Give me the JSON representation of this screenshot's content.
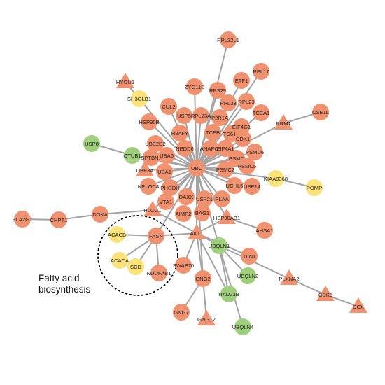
{
  "colors": {
    "orange": "#f0916f",
    "yellow": "#fce27a",
    "green": "#9fcf7d",
    "edge": "#a3a3a3"
  },
  "annotation": {
    "line1": "Fatty acid",
    "line2": "biosynthesis"
  },
  "nodes": [
    {
      "label": "UBC",
      "shape": "circle",
      "color": "orange"
    },
    {
      "label": "RPL22L1",
      "shape": "circle",
      "color": "orange"
    },
    {
      "label": "RPL17",
      "shape": "circle",
      "color": "orange"
    },
    {
      "label": "ETF1",
      "shape": "circle",
      "color": "orange"
    },
    {
      "label": "RPS29",
      "shape": "circle",
      "color": "orange"
    },
    {
      "label": "RPL23",
      "shape": "circle",
      "color": "orange"
    },
    {
      "label": "ZYG11B",
      "shape": "circle",
      "color": "orange"
    },
    {
      "label": "RPL38",
      "shape": "circle",
      "color": "orange"
    },
    {
      "label": "HYOU1",
      "shape": "triangle",
      "color": "orange"
    },
    {
      "label": "SH3GLB1",
      "shape": "circle",
      "color": "yellow"
    },
    {
      "label": "CUL2",
      "shape": "circle",
      "color": "orange"
    },
    {
      "label": "USP5",
      "shape": "circle",
      "color": "orange"
    },
    {
      "label": "RPL23A",
      "shape": "circle",
      "color": "orange"
    },
    {
      "label": "P2R1A",
      "shape": "circle",
      "color": "orange"
    },
    {
      "label": "TCEA1",
      "shape": "circle",
      "color": "orange"
    },
    {
      "label": "RRM1",
      "shape": "triangle",
      "color": "orange"
    },
    {
      "label": "CSE1L",
      "shape": "circle",
      "color": "orange"
    },
    {
      "label": "HSP90B",
      "shape": "circle",
      "color": "orange"
    },
    {
      "label": "H2AFY",
      "shape": "circle",
      "color": "orange"
    },
    {
      "label": "TCEB",
      "shape": "circle",
      "color": "orange"
    },
    {
      "label": "TC61G",
      "shape": "circle",
      "color": "orange"
    },
    {
      "label": "EIF4G1",
      "shape": "circle",
      "color": "orange"
    },
    {
      "label": "CDK1",
      "shape": "circle",
      "color": "orange"
    },
    {
      "label": "USP8",
      "shape": "circle",
      "color": "green"
    },
    {
      "label": "UBE2D2",
      "shape": "circle",
      "color": "orange"
    },
    {
      "label": "NEDD8",
      "shape": "circle",
      "color": "orange"
    },
    {
      "label": "ANAPC4",
      "shape": "circle",
      "color": "orange"
    },
    {
      "label": "EIF4A1",
      "shape": "circle",
      "color": "orange"
    },
    {
      "label": "PSMD6",
      "shape": "circle",
      "color": "orange"
    },
    {
      "label": "OTUB1",
      "shape": "circle",
      "color": "green"
    },
    {
      "label": "SPTBN1",
      "shape": "circle",
      "color": "orange"
    },
    {
      "label": "UBA6",
      "shape": "circle",
      "color": "orange"
    },
    {
      "label": "PSMD",
      "shape": "circle",
      "color": "orange"
    },
    {
      "label": "PSMC5",
      "shape": "circle",
      "color": "orange"
    },
    {
      "label": "UBE3A",
      "shape": "triangle",
      "color": "orange"
    },
    {
      "label": "UBA1",
      "shape": "circle",
      "color": "orange"
    },
    {
      "label": "PSMC2",
      "shape": "circle",
      "color": "orange"
    },
    {
      "label": "KIAA0368",
      "shape": "circle",
      "color": "yellow"
    },
    {
      "label": "NPLOC4",
      "shape": "circle",
      "color": "orange"
    },
    {
      "label": "PHGDH",
      "shape": "circle",
      "color": "orange"
    },
    {
      "label": "UCHL5",
      "shape": "circle",
      "color": "orange"
    },
    {
      "label": "USP14",
      "shape": "circle",
      "color": "orange"
    },
    {
      "label": "POMP",
      "shape": "circle",
      "color": "yellow"
    },
    {
      "label": "DAXX",
      "shape": "circle",
      "color": "orange"
    },
    {
      "label": "USP21",
      "shape": "circle",
      "color": "orange"
    },
    {
      "label": "PLAA",
      "shape": "circle",
      "color": "orange"
    },
    {
      "label": "VTA1",
      "shape": "circle",
      "color": "orange"
    },
    {
      "label": "DGKA",
      "shape": "circle",
      "color": "orange"
    },
    {
      "label": "PLCG1",
      "shape": "triangle",
      "color": "orange"
    },
    {
      "label": "AIMP2",
      "shape": "circle",
      "color": "orange"
    },
    {
      "label": "BAG1",
      "shape": "circle",
      "color": "orange"
    },
    {
      "label": "HSP90AB1",
      "shape": "triangle",
      "color": "orange"
    },
    {
      "label": "PLA2G7",
      "shape": "circle",
      "color": "orange"
    },
    {
      "label": "CHPT1",
      "shape": "circle",
      "color": "orange"
    },
    {
      "label": "ACACB",
      "shape": "circle",
      "color": "yellow"
    },
    {
      "label": "FASN",
      "shape": "circle",
      "color": "orange"
    },
    {
      "label": "AKT1",
      "shape": "triangle",
      "color": "orange"
    },
    {
      "label": "AHSA1",
      "shape": "circle",
      "color": "orange"
    },
    {
      "label": "UBQLN1",
      "shape": "circle",
      "color": "green"
    },
    {
      "label": "ACACA",
      "shape": "circle",
      "color": "yellow"
    },
    {
      "label": "SCD",
      "shape": "circle",
      "color": "yellow"
    },
    {
      "label": "NDUFAB1",
      "shape": "circle",
      "color": "orange"
    },
    {
      "label": "SWAP70",
      "shape": "circle",
      "color": "orange"
    },
    {
      "label": "TLN1",
      "shape": "circle",
      "color": "orange"
    },
    {
      "label": "UBQLN2",
      "shape": "circle",
      "color": "green"
    },
    {
      "label": "GNG2",
      "shape": "circle",
      "color": "orange"
    },
    {
      "label": "PLXNA2",
      "shape": "triangle",
      "color": "orange"
    },
    {
      "label": "RAD23B",
      "shape": "circle",
      "color": "green"
    },
    {
      "label": "CDK5",
      "shape": "triangle",
      "color": "orange"
    },
    {
      "label": "DCX",
      "shape": "triangle",
      "color": "orange"
    },
    {
      "label": "GNG7",
      "shape": "circle",
      "color": "orange"
    },
    {
      "label": "GNG12",
      "shape": "triangle",
      "color": "orange"
    },
    {
      "label": "UBQLN4",
      "shape": "circle",
      "color": "green"
    }
  ],
  "edges": [
    [
      "UBC",
      "RPL22L1"
    ],
    [
      "UBC",
      "RPL17"
    ],
    [
      "UBC",
      "ETF1"
    ],
    [
      "UBC",
      "RPS29"
    ],
    [
      "UBC",
      "RPL23"
    ],
    [
      "UBC",
      "ZYG11B"
    ],
    [
      "UBC",
      "RPL38"
    ],
    [
      "UBC",
      "SH3GLB1"
    ],
    [
      "UBC",
      "CUL2"
    ],
    [
      "UBC",
      "USP5"
    ],
    [
      "UBC",
      "RPL23A"
    ],
    [
      "UBC",
      "P2R1A"
    ],
    [
      "UBC",
      "TCEA1"
    ],
    [
      "UBC",
      "RRM1"
    ],
    [
      "UBC",
      "HSP90B"
    ],
    [
      "UBC",
      "H2AFY"
    ],
    [
      "UBC",
      "TCEB"
    ],
    [
      "UBC",
      "TC61G"
    ],
    [
      "UBC",
      "EIF4G1"
    ],
    [
      "UBC",
      "CDK1"
    ],
    [
      "UBC",
      "UBE2D2"
    ],
    [
      "UBC",
      "NEDD8"
    ],
    [
      "UBC",
      "ANAPC4"
    ],
    [
      "UBC",
      "EIF4A1"
    ],
    [
      "UBC",
      "PSMD6"
    ],
    [
      "UBC",
      "OTUB1"
    ],
    [
      "UBC",
      "SPTBN1"
    ],
    [
      "UBC",
      "UBA6"
    ],
    [
      "UBC",
      "PSMD"
    ],
    [
      "UBC",
      "PSMC5"
    ],
    [
      "UBC",
      "UBE3A"
    ],
    [
      "UBC",
      "UBA1"
    ],
    [
      "UBC",
      "PSMC2"
    ],
    [
      "UBC",
      "KIAA0368"
    ],
    [
      "UBC",
      "NPLOC4"
    ],
    [
      "UBC",
      "PHGDH"
    ],
    [
      "UBC",
      "UCHL5"
    ],
    [
      "UBC",
      "USP14"
    ],
    [
      "UBC",
      "DAXX"
    ],
    [
      "UBC",
      "USP21"
    ],
    [
      "UBC",
      "PLAA"
    ],
    [
      "UBC",
      "VTA1"
    ],
    [
      "UBC",
      "PLCG1"
    ],
    [
      "UBC",
      "AIMP2"
    ],
    [
      "UBC",
      "BAG1"
    ],
    [
      "UBC",
      "HSP90AB1"
    ],
    [
      "UBC",
      "FASN"
    ],
    [
      "UBC",
      "AKT1"
    ],
    [
      "UBC",
      "UBQLN1"
    ],
    [
      "UBC",
      "GNG2"
    ],
    [
      "HYOU1",
      "SH3GLB1"
    ],
    [
      "RRM1",
      "CSE1L"
    ],
    [
      "USP8",
      "OTUB1"
    ],
    [
      "KIAA0368",
      "POMP"
    ],
    [
      "PLA2G7",
      "CHPT1"
    ],
    [
      "CHPT1",
      "DGKA"
    ],
    [
      "DGKA",
      "PLCG1"
    ],
    [
      "PLCG1",
      "AKT1"
    ],
    [
      "HSP90AB1",
      "AHSA1"
    ],
    [
      "HSP90AB1",
      "AKT1"
    ],
    [
      "FASN",
      "ACACB"
    ],
    [
      "FASN",
      "ACACA"
    ],
    [
      "FASN",
      "SCD"
    ],
    [
      "FASN",
      "NDUFAB1"
    ],
    [
      "FASN",
      "AKT1"
    ],
    [
      "AKT1",
      "SWAP70"
    ],
    [
      "AKT1",
      "TLN1"
    ],
    [
      "AKT1",
      "GNG2"
    ],
    [
      "AKT1",
      "UBQLN1"
    ],
    [
      "AKT1",
      "RAD23B"
    ],
    [
      "UBQLN1",
      "UBQLN2"
    ],
    [
      "UBQLN1",
      "PLXNA2"
    ],
    [
      "UBQLN1",
      "RAD23B"
    ],
    [
      "UBQLN1",
      "UBQLN4"
    ],
    [
      "PLXNA2",
      "CDK5"
    ],
    [
      "CDK5",
      "DCX"
    ],
    [
      "GNG2",
      "GNG7"
    ],
    [
      "GNG2",
      "GNG12"
    ]
  ]
}
